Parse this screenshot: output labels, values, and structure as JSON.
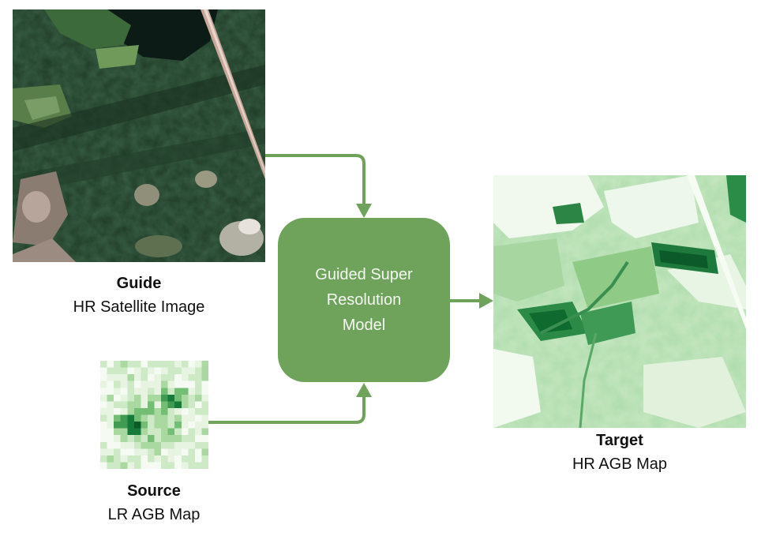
{
  "diagram": {
    "guide": {
      "title": "Guide",
      "subtitle": "HR Satellite Image"
    },
    "source": {
      "title": "Source",
      "subtitle": "LR AGB Map"
    },
    "target": {
      "title": "Target",
      "subtitle": "HR AGB Map"
    },
    "model": {
      "label": "Guided Super Resolution Model"
    },
    "colors": {
      "model_fill": "#6fa35c",
      "arrow": "#6fa35c",
      "model_text": "#f4f7f1"
    }
  }
}
